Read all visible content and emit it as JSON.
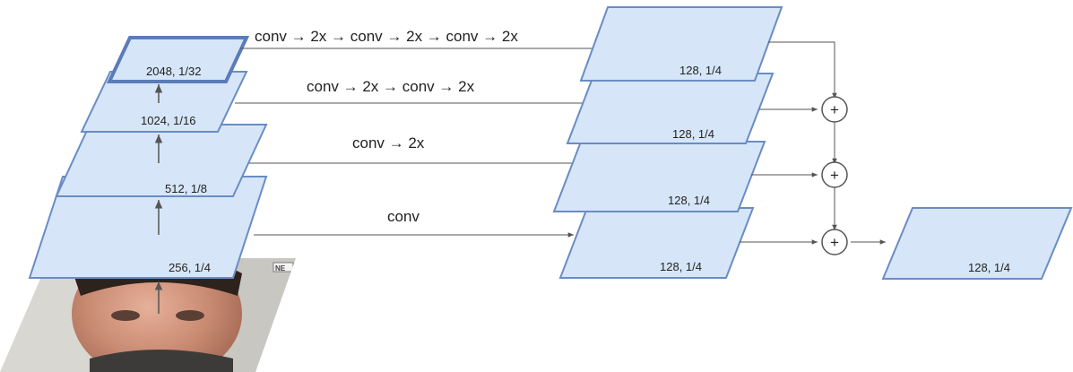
{
  "colors": {
    "plane_fill": "#d6e6f8",
    "plane_stroke": "#6a8cc4",
    "plane_stroke_strong": "#5a7cb8",
    "arrow": "#555555",
    "text": "#222222"
  },
  "backbone": [
    {
      "id": "c5",
      "label": "2048, 1/32"
    },
    {
      "id": "c4",
      "label": "1024, 1/16"
    },
    {
      "id": "c3",
      "label": "512, 1/8"
    },
    {
      "id": "c2",
      "label": "256, 1/4"
    }
  ],
  "branches": [
    {
      "id": "b5",
      "ops": "conv → 2x → conv → 2x → conv → 2x",
      "label": "128, 1/4"
    },
    {
      "id": "b4",
      "ops": "conv → 2x → conv → 2x",
      "label": "128, 1/4"
    },
    {
      "id": "b3",
      "ops": "conv → 2x",
      "label": "128, 1/4"
    },
    {
      "id": "b2",
      "ops": "conv",
      "label": "128, 1/4"
    }
  ],
  "sum_symbol": "+",
  "output": {
    "label": "128, 1/4"
  },
  "input_image": {
    "subject": "face-photo",
    "corner_mark": "NE"
  }
}
